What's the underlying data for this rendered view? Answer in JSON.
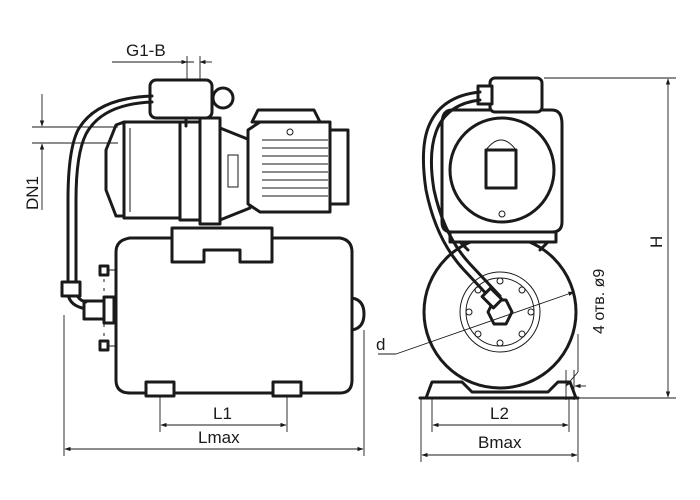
{
  "labels": {
    "g1b": "G1-B",
    "dn1": "DN1",
    "l1": "L1",
    "lmax": "Lmax",
    "l2": "L2",
    "bmax": "Bmax",
    "h": "H",
    "d": "d",
    "holes": "4 отв. ø9"
  },
  "colors": {
    "line": "#1a1a1a",
    "background": "#ffffff"
  }
}
